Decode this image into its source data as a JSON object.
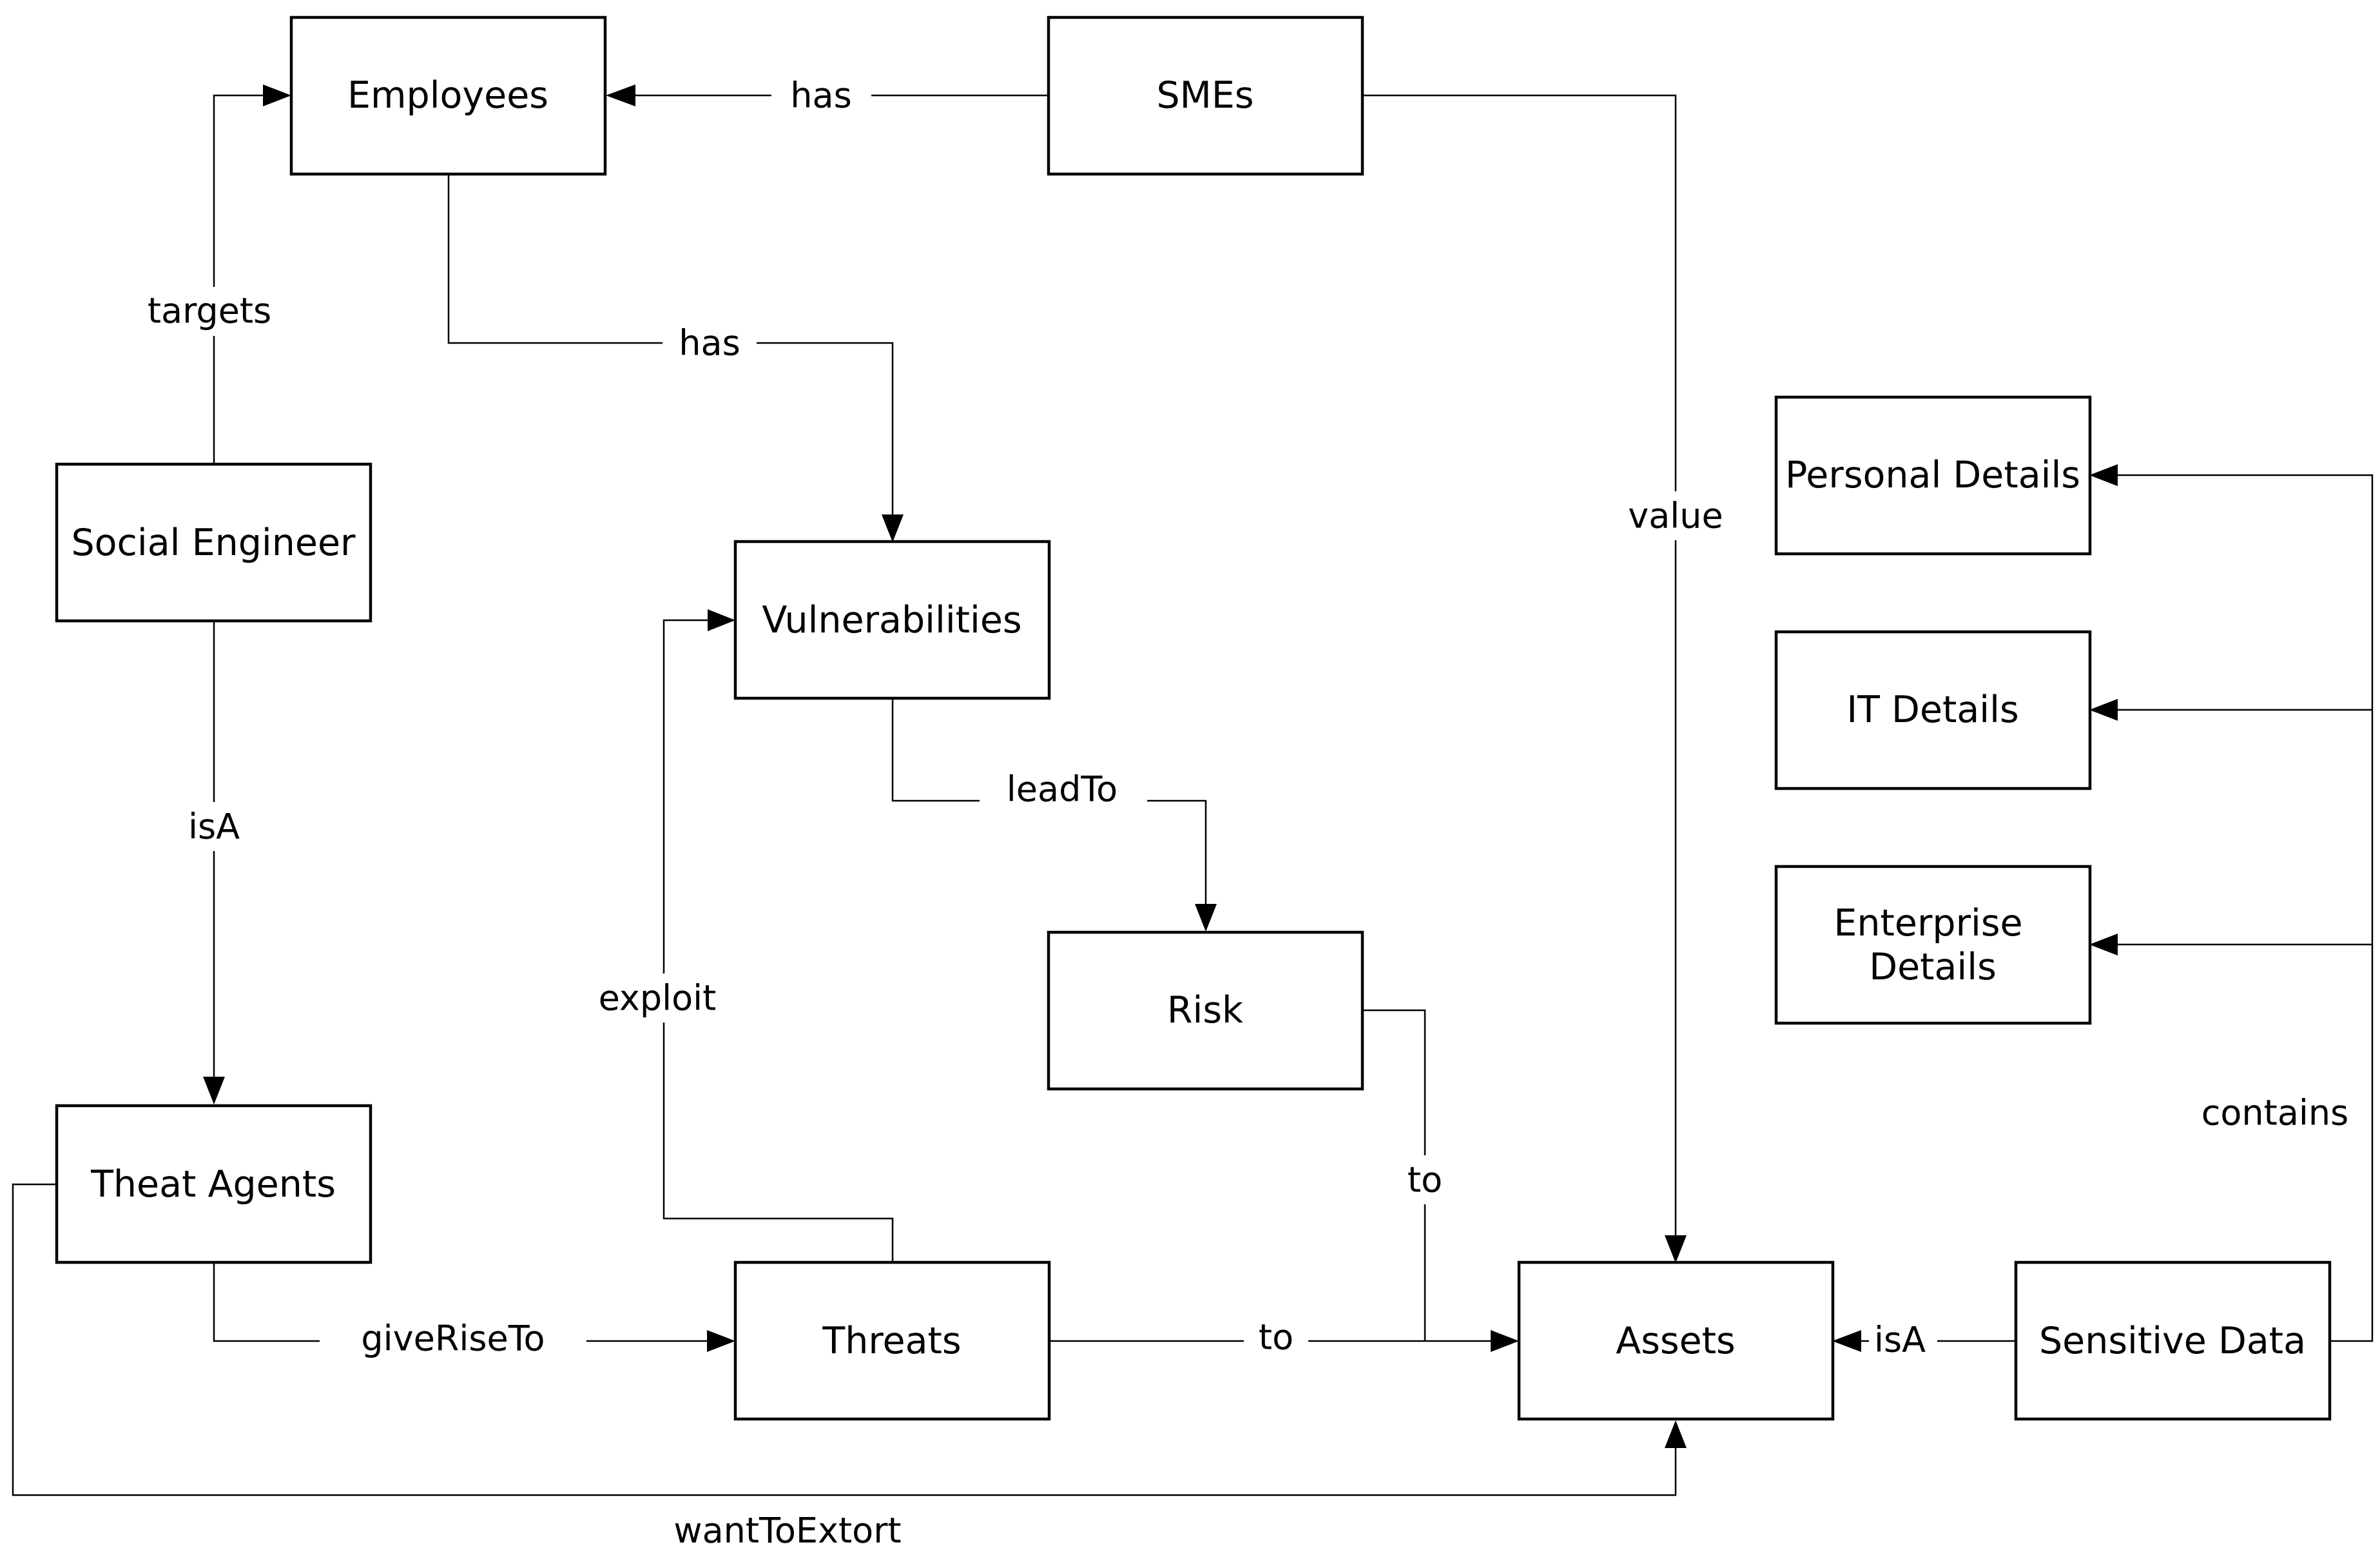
{
  "diagram": {
    "nodes": {
      "employees": {
        "label": "Employees"
      },
      "smes": {
        "label": "SMEs"
      },
      "social_engineer": {
        "label": "Social Engineer"
      },
      "vulnerabilities": {
        "label": "Vulnerabilities"
      },
      "risk": {
        "label": "Risk"
      },
      "threat_agents": {
        "label": "Theat Agents"
      },
      "threats": {
        "label": "Threats"
      },
      "assets": {
        "label": "Assets"
      },
      "sensitive_data": {
        "label": "Sensitive Data"
      },
      "personal_details": {
        "label": "Personal Details"
      },
      "it_details": {
        "label": "IT Details"
      },
      "enterprise_details": {
        "label_line1": "Enterprise",
        "label_line2": "Details"
      }
    },
    "edges": {
      "smes_has_employees": {
        "label": "has",
        "from": "SMEs",
        "to": "Employees"
      },
      "social_engineer_targets_employees": {
        "label": "targets",
        "from": "Social Engineer",
        "to": "Employees"
      },
      "employees_has_vulnerabilities": {
        "label": "has",
        "from": "Employees",
        "to": "Vulnerabilities"
      },
      "smes_value_assets": {
        "label": "value",
        "from": "SMEs",
        "to": "Assets"
      },
      "social_engineer_isa_threat_agents": {
        "label": "isA",
        "from": "Social Engineer",
        "to": "Theat Agents"
      },
      "vulnerabilities_leadto_risk": {
        "label": "leadTo",
        "from": "Vulnerabilities",
        "to": "Risk"
      },
      "threats_exploit_vulnerabilities": {
        "label": "exploit",
        "from": "Threats",
        "to": "Vulnerabilities"
      },
      "risk_to_assets": {
        "label": "to",
        "from": "Risk",
        "to": "Assets"
      },
      "threats_to_assets": {
        "label": "to",
        "from": "Threats",
        "to": "Assets"
      },
      "threat_agents_giverisesto_threats": {
        "label": "giveRiseTo",
        "from": "Theat Agents",
        "to": "Threats"
      },
      "threat_agents_wanttoextort_assets": {
        "label": "wantToExtort",
        "from": "Theat Agents",
        "to": "Assets"
      },
      "sensitive_data_isa_assets": {
        "label": "isA",
        "from": "Sensitive Data",
        "to": "Assets"
      },
      "sensitive_data_contains_details": {
        "label": "contains",
        "from": "Sensitive Data",
        "to": [
          "Personal Details",
          "IT Details",
          "Enterprise Details"
        ]
      }
    }
  }
}
